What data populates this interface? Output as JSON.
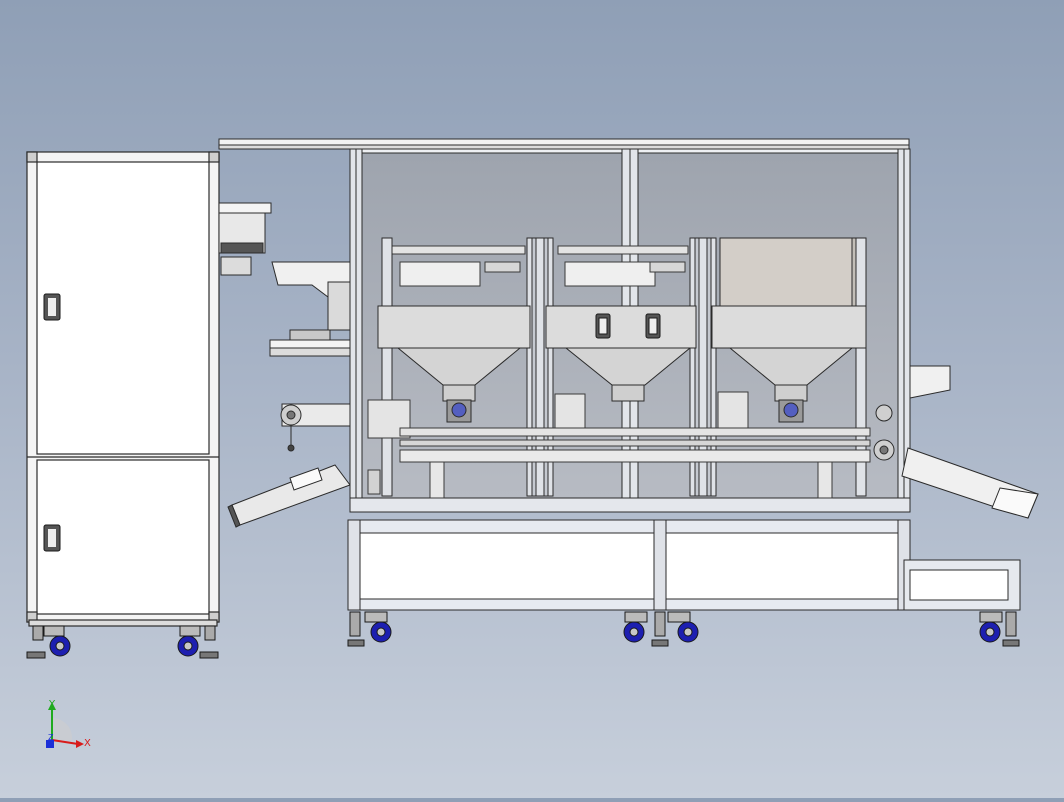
{
  "view": {
    "background_top": "#8f9fb6",
    "background_bottom": "#c7cfdb",
    "line_color": "#2b2b2b",
    "panel_fill": "#ffffff",
    "glass_fill": "#a9aeb8",
    "hopper_fill": "#d4d4d4",
    "wheel_color": "#1d1fb0"
  },
  "triad": {
    "x_label": "X",
    "y_label": "Y",
    "z_label": "Z",
    "x_color": "#d81b1b",
    "y_color": "#1faa1f",
    "z_color": "#1b2fd8"
  }
}
